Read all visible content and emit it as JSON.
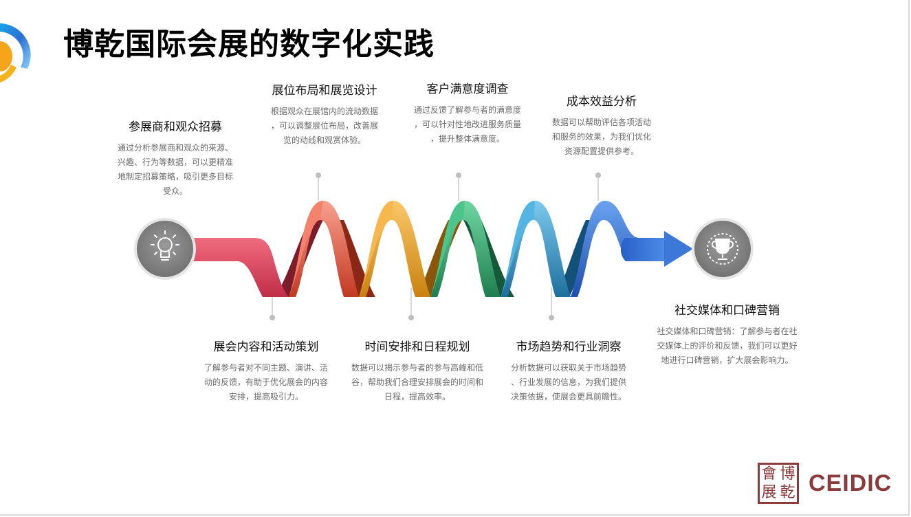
{
  "title": "博乾国际会展的数字化实践",
  "colors": {
    "pink": "#e8566a",
    "coral": "#ef7e6b",
    "orange": "#f3ad40",
    "green": "#3db37a",
    "teal": "#3fa6d6",
    "blue": "#3c7ad8",
    "icon_circle": "#858585"
  },
  "icons": {
    "start": "lightbulb-icon",
    "end": "trophy-icon"
  },
  "steps": [
    {
      "heading": "参展商和观众招募",
      "desc": [
        "通过分析参展商和观众的来源、",
        "兴趣、行为等数据，可以更精准",
        "地制定招募策略，吸引更多目标",
        "受众。"
      ]
    },
    {
      "heading": "展会内容和活动策划",
      "desc": [
        "了解参与者对不同主题、演讲、活",
        "动的反馈，有助于优化展会的内容",
        "安排，提高吸引力。"
      ]
    },
    {
      "heading": "展位布局和展览设计",
      "desc": [
        "根据观众在展馆内的流动数据",
        "，可以调整展位布局，改善展",
        "览的动线和观赏体验。"
      ]
    },
    {
      "heading": "时间安排和日程规划",
      "desc": [
        "数据可以揭示参与者的参与高峰和低",
        "谷，帮助我们合理安排展会的时间和",
        "日程，提高效率。"
      ]
    },
    {
      "heading": "客户满意度调查",
      "desc": [
        "通过反馈了解参与者的满意度",
        "，可以针对性地改进服务质量",
        "，提升整体满意度。"
      ]
    },
    {
      "heading": "市场趋势和行业洞察",
      "desc": [
        "分析数据可以获取关于市场趋势",
        "、行业发展的信息，为我们提供",
        "决策依据，使展会更具前瞻性。"
      ]
    },
    {
      "heading": "成本效益分析",
      "desc": [
        "数据可以帮助评估各项活动",
        "和服务的效果，为我们优化",
        "资源配置提供参考。"
      ]
    },
    {
      "heading": "社交媒体和口碑营销",
      "desc": [
        "社交媒体和口碑营销：了解参与者在社",
        "交媒体上的评价和反馈，我们可以更好",
        "地进行口碑营销，扩大展会影响力。"
      ]
    }
  ],
  "brand": {
    "seal_chars": [
      "博",
      "會",
      "乾",
      "展"
    ],
    "name": "CEIDIC"
  }
}
